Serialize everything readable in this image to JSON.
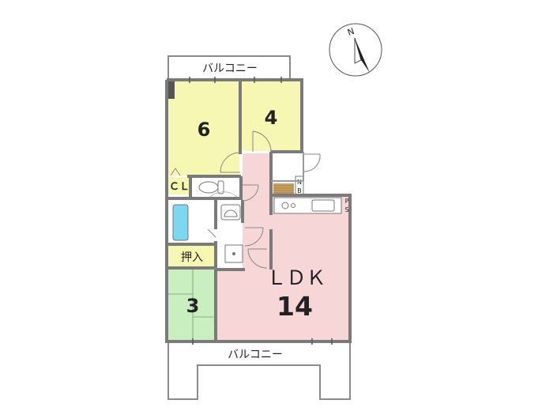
{
  "compass": {
    "north_label": "N"
  },
  "balcony_top": {
    "label": "バルコニー"
  },
  "balcony_bottom": {
    "label": "バルコニー"
  },
  "rooms": {
    "room6": {
      "label": "6"
    },
    "room4": {
      "label": "4"
    },
    "room3": {
      "label": "3"
    },
    "ldk": {
      "label": "ＬＤＫ",
      "size": "14"
    }
  },
  "closet": {
    "label": "ＣＬ"
  },
  "oshiire": {
    "label": "押入"
  },
  "shoe_box": {
    "label_1": "N",
    "label_2": "B"
  },
  "pipe_space": {
    "label_1": "P",
    "label_2": "S"
  },
  "colors": {
    "room_yellow": "#f7f7b4",
    "room_green": "#c9efc0",
    "ldk_pink": "#f7d6d8",
    "hall_pink": "#f7d6d8",
    "wall": "#7a7a7a",
    "bath_blue": "#7ed6f0",
    "entrance_wood": "#c8a060"
  }
}
